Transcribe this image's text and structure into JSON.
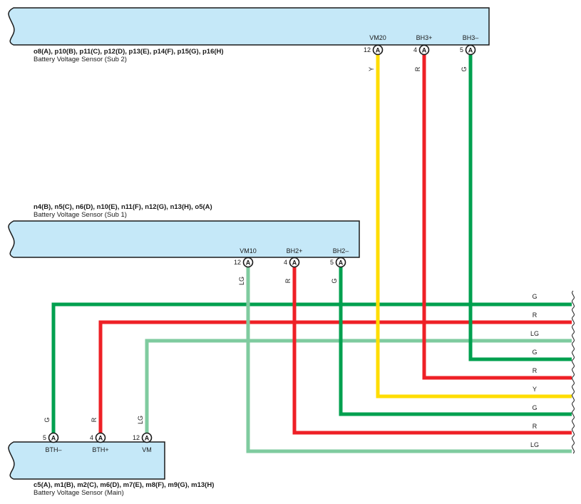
{
  "colors": {
    "G": "#00a04f",
    "R": "#ee2026",
    "LG": "#7fcb9f",
    "Y": "#ffdd00",
    "connector_fill": "#c5e8f8",
    "outline": "#1a1a1a"
  },
  "connectors": {
    "sub2": {
      "codes": "o8(A), p10(B), p11(C), p12(D), p13(E), p14(F), p15(G), p16(H)",
      "name": "Battery Voltage Sensor (Sub 2)",
      "pins": [
        {
          "name": "VM20",
          "number": "12",
          "letter": "A",
          "wire": "Y"
        },
        {
          "name": "BH3+",
          "number": "4",
          "letter": "A",
          "wire": "R"
        },
        {
          "name": "BH3–",
          "number": "5",
          "letter": "A",
          "wire": "G"
        }
      ]
    },
    "sub1": {
      "codes": "n4(B), n5(C), n6(D), n10(E), n11(F), n12(G), n13(H), o5(A)",
      "name": "Battery Voltage Sensor (Sub 1)",
      "pins": [
        {
          "name": "VM10",
          "number": "12",
          "letter": "A",
          "wire": "LG"
        },
        {
          "name": "BH2+",
          "number": "4",
          "letter": "A",
          "wire": "R"
        },
        {
          "name": "BH2–",
          "number": "5",
          "letter": "A",
          "wire": "G"
        }
      ]
    },
    "main": {
      "codes": "c5(A), m1(B), m2(C), m6(D), m7(E), m8(F), m9(G), m13(H)",
      "name": "Battery Voltage Sensor (Main)",
      "pins": [
        {
          "name": "BTH–",
          "number": "5",
          "letter": "A",
          "wire": "G"
        },
        {
          "name": "BTH+",
          "number": "4",
          "letter": "A",
          "wire": "R"
        },
        {
          "name": "VM",
          "number": "12",
          "letter": "A",
          "wire": "LG"
        }
      ]
    }
  },
  "right_edge_wires": [
    "G",
    "R",
    "LG",
    "G",
    "R",
    "Y",
    "G",
    "R",
    "LG"
  ]
}
